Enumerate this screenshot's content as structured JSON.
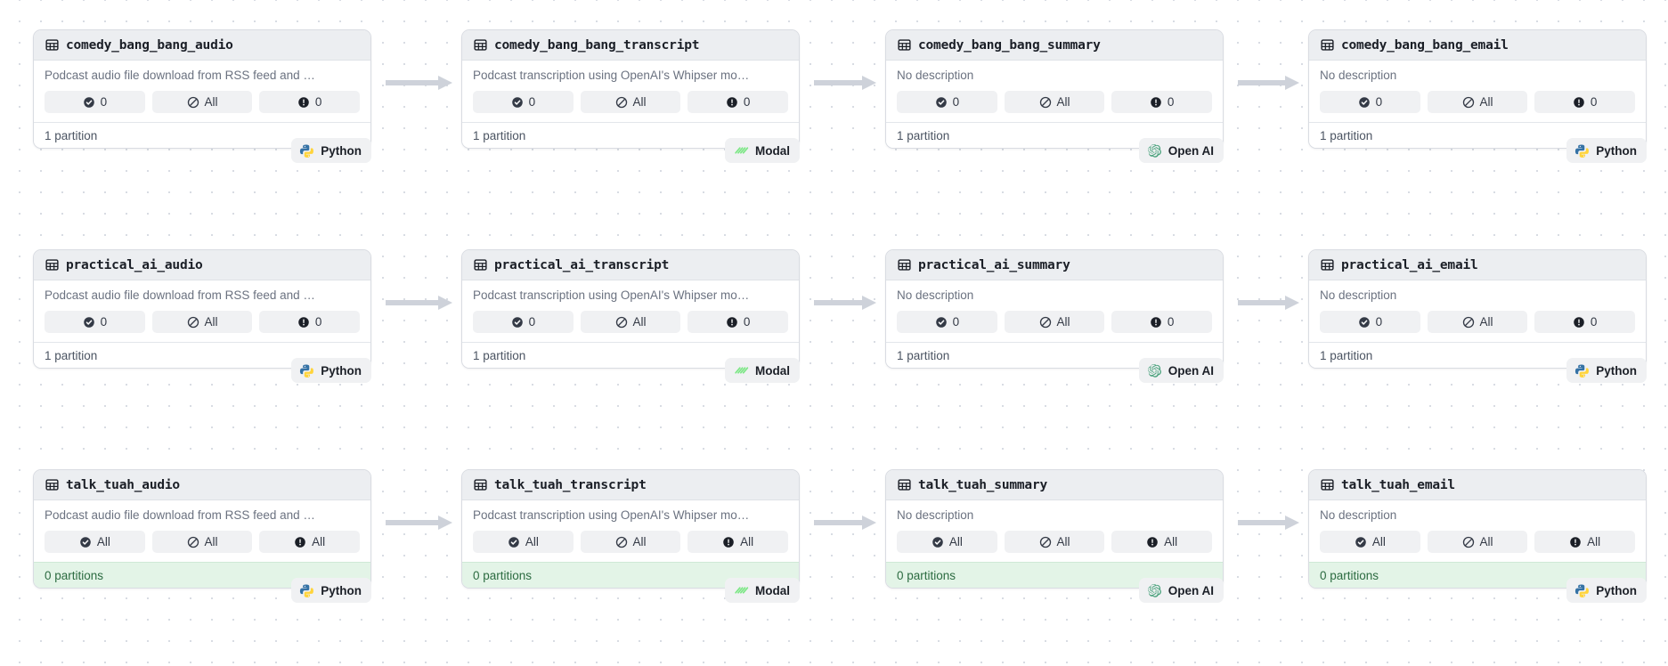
{
  "graph": {
    "background": "#ffffff",
    "dot_color": "#d8dce3",
    "arrow_color": "#ced2da",
    "empty_footer_bg": "#e3f4e7",
    "empty_footer_text": "#2c6b41"
  },
  "descriptions": {
    "audio": "Podcast audio file download from RSS feed and …",
    "transcript": "Podcast transcription using OpenAI's Whipser mo…",
    "none": "No description"
  },
  "frameworks": {
    "python": {
      "label": "Python",
      "icon": "python-icon"
    },
    "modal": {
      "label": "Modal",
      "icon": "modal-icon"
    },
    "openai": {
      "label": "Open AI",
      "icon": "openai-icon"
    }
  },
  "pill_icons": {
    "check": "check-circle-icon",
    "slash": "slash-circle-icon",
    "alert": "alert-circle-icon"
  },
  "rows": [
    {
      "nodes": [
        {
          "title": "comedy_bang_bang_audio",
          "description_key": "audio",
          "checks": "0",
          "freshness": "All",
          "alerts": "0",
          "partitions": "1 partition",
          "empty": false,
          "framework": "python"
        },
        {
          "title": "comedy_bang_bang_transcript",
          "description_key": "transcript",
          "checks": "0",
          "freshness": "All",
          "alerts": "0",
          "partitions": "1 partition",
          "empty": false,
          "framework": "modal"
        },
        {
          "title": "comedy_bang_bang_summary",
          "description_key": "none",
          "checks": "0",
          "freshness": "All",
          "alerts": "0",
          "partitions": "1 partition",
          "empty": false,
          "framework": "openai"
        },
        {
          "title": "comedy_bang_bang_email",
          "description_key": "none",
          "checks": "0",
          "freshness": "All",
          "alerts": "0",
          "partitions": "1 partition",
          "empty": false,
          "framework": "python"
        }
      ]
    },
    {
      "nodes": [
        {
          "title": "practical_ai_audio",
          "description_key": "audio",
          "checks": "0",
          "freshness": "All",
          "alerts": "0",
          "partitions": "1 partition",
          "empty": false,
          "framework": "python"
        },
        {
          "title": "practical_ai_transcript",
          "description_key": "transcript",
          "checks": "0",
          "freshness": "All",
          "alerts": "0",
          "partitions": "1 partition",
          "empty": false,
          "framework": "modal"
        },
        {
          "title": "practical_ai_summary",
          "description_key": "none",
          "checks": "0",
          "freshness": "All",
          "alerts": "0",
          "partitions": "1 partition",
          "empty": false,
          "framework": "openai"
        },
        {
          "title": "practical_ai_email",
          "description_key": "none",
          "checks": "0",
          "freshness": "All",
          "alerts": "0",
          "partitions": "1 partition",
          "empty": false,
          "framework": "python"
        }
      ]
    },
    {
      "nodes": [
        {
          "title": "talk_tuah_audio",
          "description_key": "audio",
          "checks": "All",
          "freshness": "All",
          "alerts": "All",
          "partitions": "0 partitions",
          "empty": true,
          "framework": "python"
        },
        {
          "title": "talk_tuah_transcript",
          "description_key": "transcript",
          "checks": "All",
          "freshness": "All",
          "alerts": "All",
          "partitions": "0 partitions",
          "empty": true,
          "framework": "modal"
        },
        {
          "title": "talk_tuah_summary",
          "description_key": "none",
          "checks": "All",
          "freshness": "All",
          "alerts": "All",
          "partitions": "0 partitions",
          "empty": true,
          "framework": "openai"
        },
        {
          "title": "talk_tuah_email",
          "description_key": "none",
          "checks": "All",
          "freshness": "All",
          "alerts": "All",
          "partitions": "0 partitions",
          "empty": true,
          "framework": "python"
        }
      ]
    }
  ]
}
